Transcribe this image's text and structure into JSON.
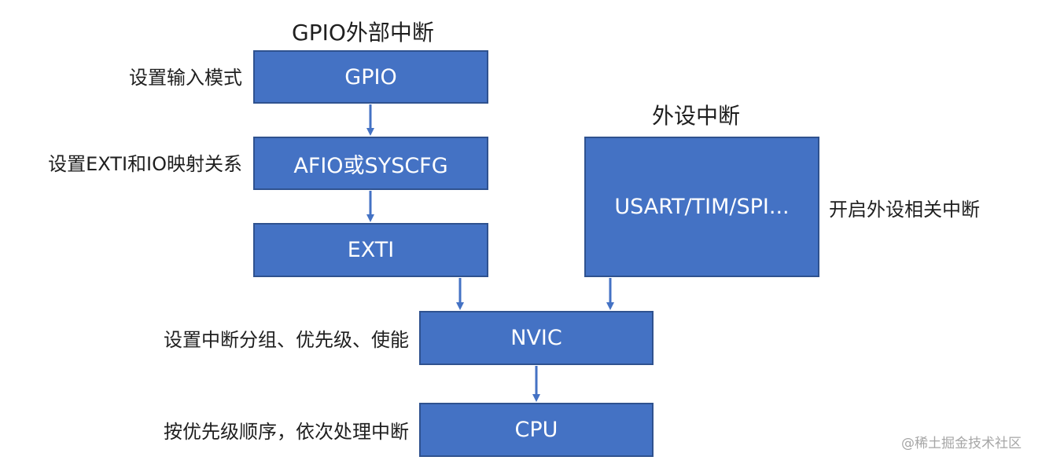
{
  "titles": {
    "gpio_external": "GPIO外部中断",
    "peripheral": "外设中断"
  },
  "boxes": {
    "gpio": "GPIO",
    "afio": "AFIO或SYSCFG",
    "exti": "EXTI",
    "peripheral": "USART/TIM/SPI...",
    "nvic": "NVIC",
    "cpu": "CPU"
  },
  "notes": {
    "gpio": "设置输入模式",
    "afio": "设置EXTI和IO映射关系",
    "peripheral": "开启外设相关中断",
    "nvic": "设置中断分组、优先级、使能",
    "cpu": "按优先级顺序，依次处理中断"
  },
  "watermark": "@稀土掘金技术社区",
  "colors": {
    "box_fill": "#4472c4",
    "box_border": "#2f528f",
    "arrow": "#4472c4"
  }
}
